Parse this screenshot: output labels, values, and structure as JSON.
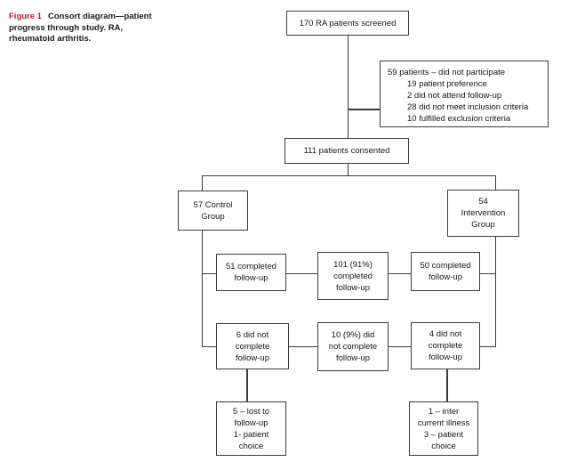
{
  "caption": {
    "label": "Figure 1",
    "text": "Consort diagram—patient progress through study. RA, rheumatoid arthritis.",
    "label_color": "#c22133"
  },
  "diagram": {
    "line_color": "#3b3b3b",
    "screened": {
      "lines": [
        "170 RA patients screened"
      ]
    },
    "did_not_participate": {
      "lines": [
        "59 patients – did not participate",
        "19 patient preference",
        "2 did not attend follow-up",
        "28 did not meet inclusion criteria",
        "10 fulfilled exclusion criteria"
      ]
    },
    "consented": {
      "lines": [
        "111 patients consented"
      ]
    },
    "control_group": {
      "lines": [
        "57 Control",
        "Group"
      ]
    },
    "intervention_group": {
      "lines": [
        "54",
        "Intervention",
        "Group"
      ]
    },
    "control_completed": {
      "lines": [
        "51 completed",
        "follow-up"
      ]
    },
    "total_completed": {
      "lines": [
        "101 (91%)",
        "completed",
        "follow-up"
      ]
    },
    "intervention_completed": {
      "lines": [
        "50 completed",
        "follow-up"
      ]
    },
    "control_not_completed": {
      "lines": [
        "6 did not",
        "complete",
        "follow-up"
      ]
    },
    "total_not_completed": {
      "lines": [
        "10 (9%) did",
        "not complete",
        "follow-up"
      ]
    },
    "intervention_not_completed": {
      "lines": [
        "4 did not",
        "complete",
        "follow-up"
      ]
    },
    "control_dropout_reasons": {
      "lines": [
        "5 – lost to",
        "follow-up",
        "1- patient",
        "choice"
      ]
    },
    "intervention_dropout_reasons": {
      "lines": [
        "1 – inter",
        "current illness",
        "3 – patient",
        "choice"
      ]
    }
  }
}
